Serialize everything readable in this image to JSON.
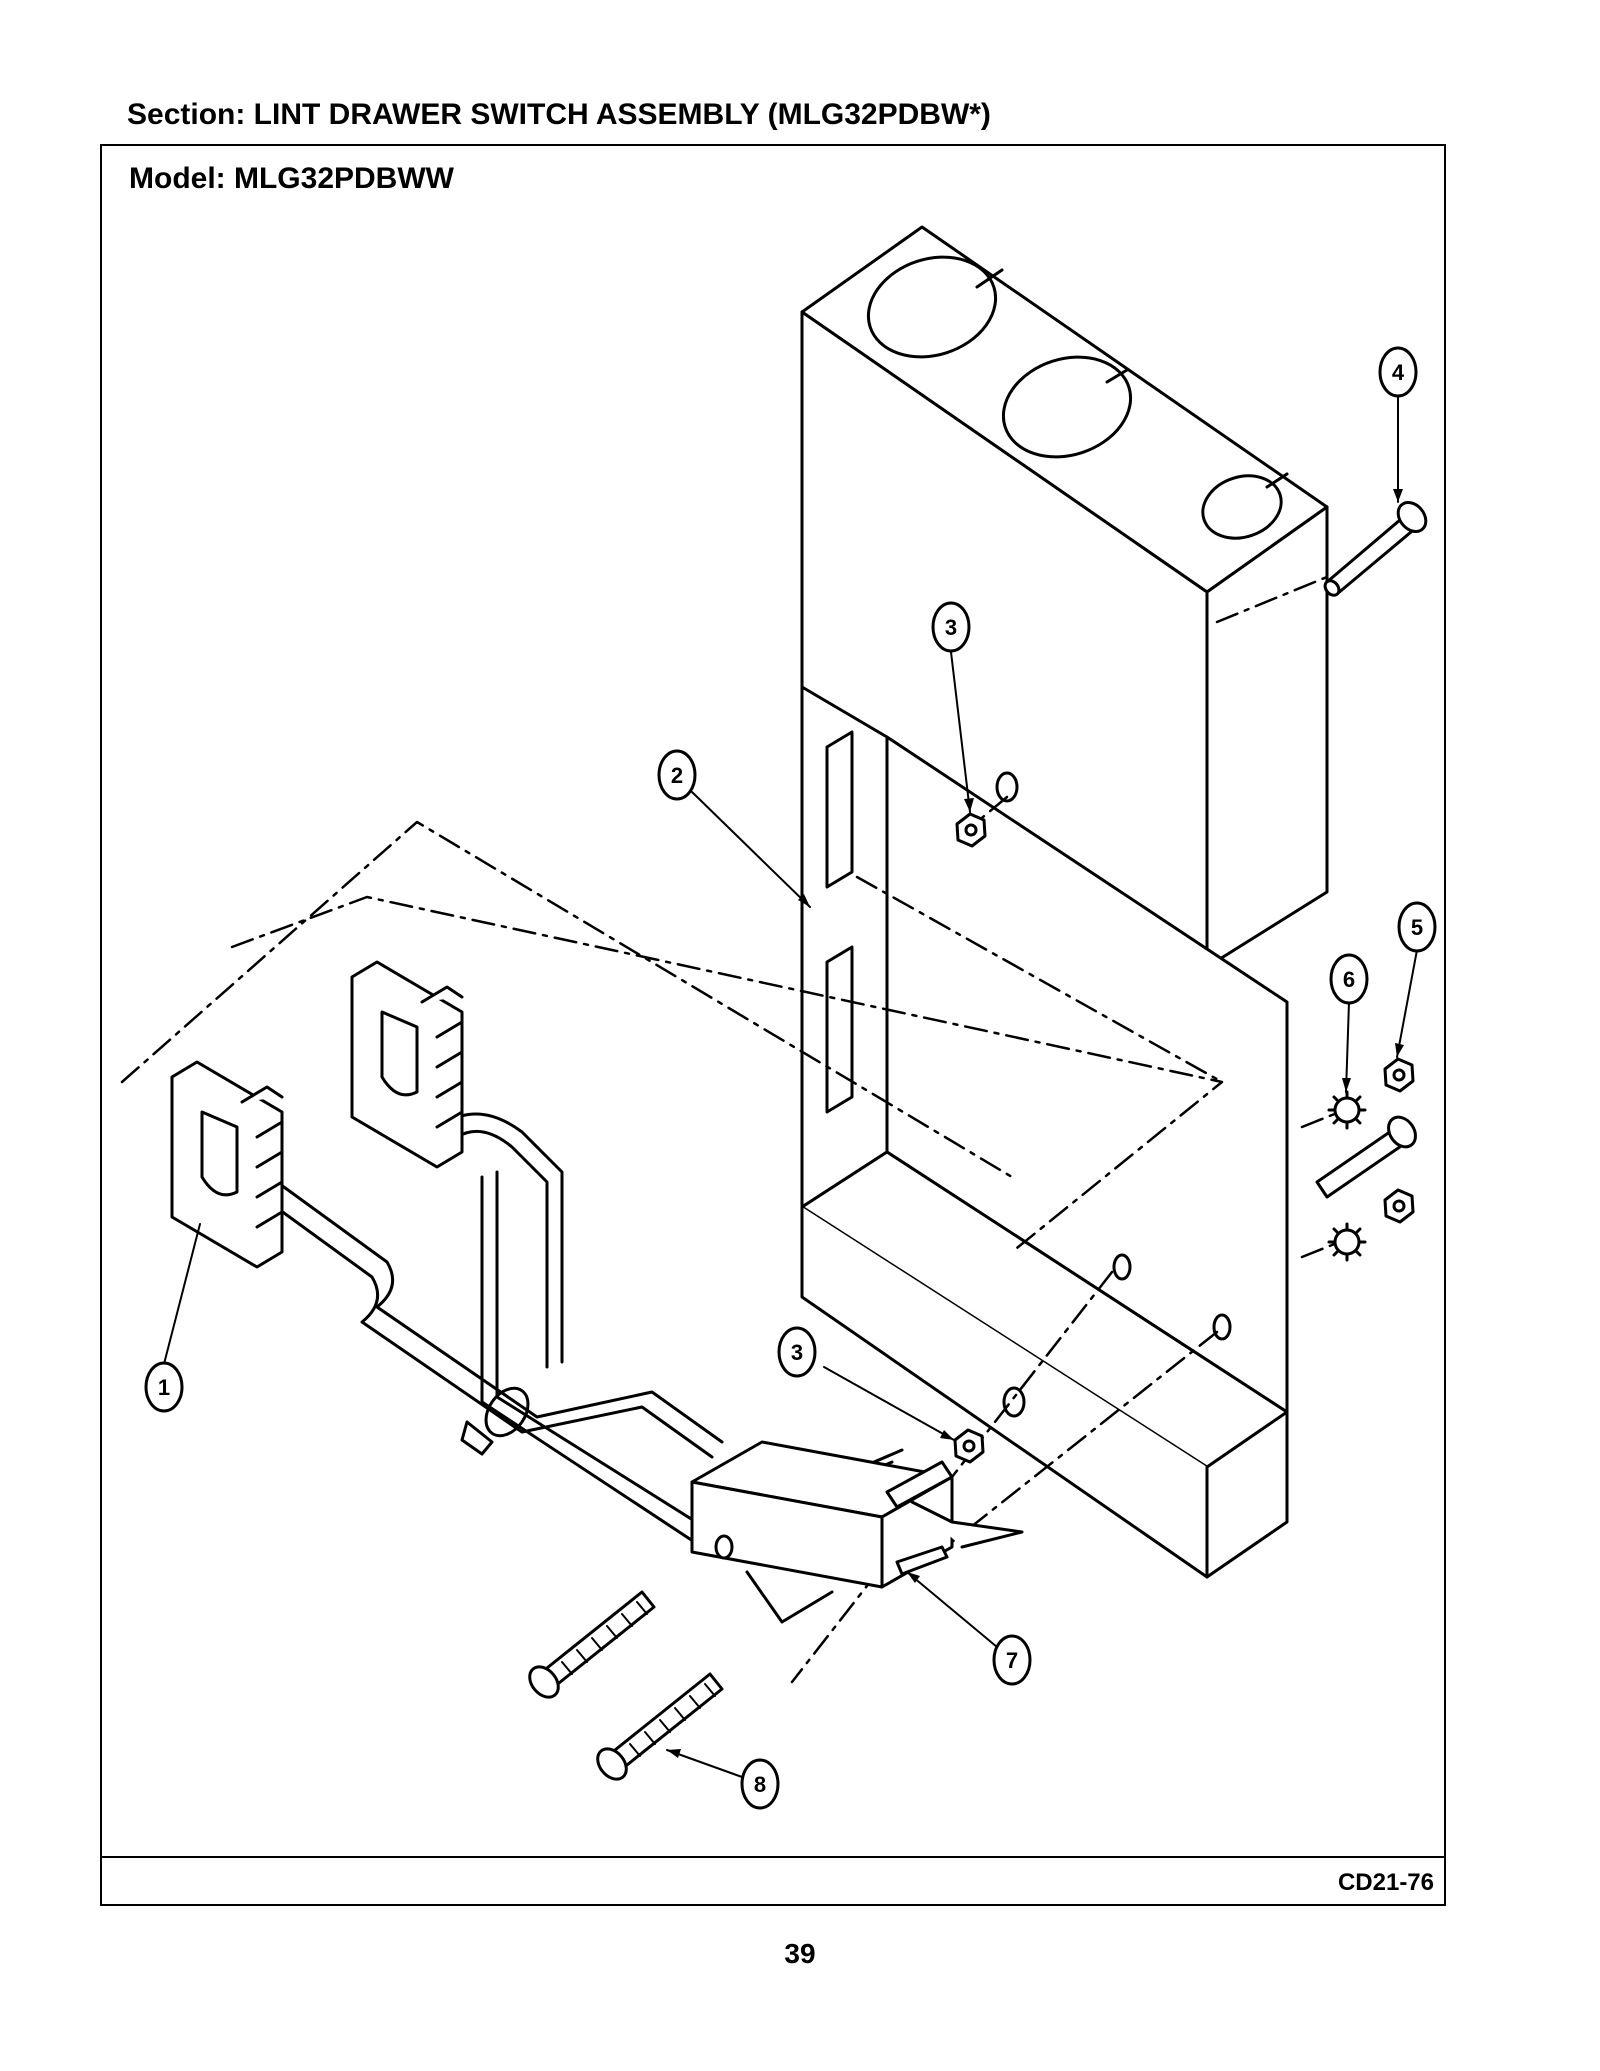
{
  "section_title": "Section:  LINT DRAWER SWITCH ASSEMBLY (MLG32PDBW*)",
  "model_title": "Model:  MLG32PDBWW",
  "drawing_code": "CD21-76",
  "page_number": "39",
  "callouts": [
    {
      "id": "callout-1",
      "label": "1"
    },
    {
      "id": "callout-2",
      "label": "2"
    },
    {
      "id": "callout-3a",
      "label": "3"
    },
    {
      "id": "callout-3b",
      "label": "3"
    },
    {
      "id": "callout-4",
      "label": "4"
    },
    {
      "id": "callout-5",
      "label": "5"
    },
    {
      "id": "callout-6",
      "label": "6"
    },
    {
      "id": "callout-7",
      "label": "7"
    },
    {
      "id": "callout-8",
      "label": "8"
    }
  ]
}
